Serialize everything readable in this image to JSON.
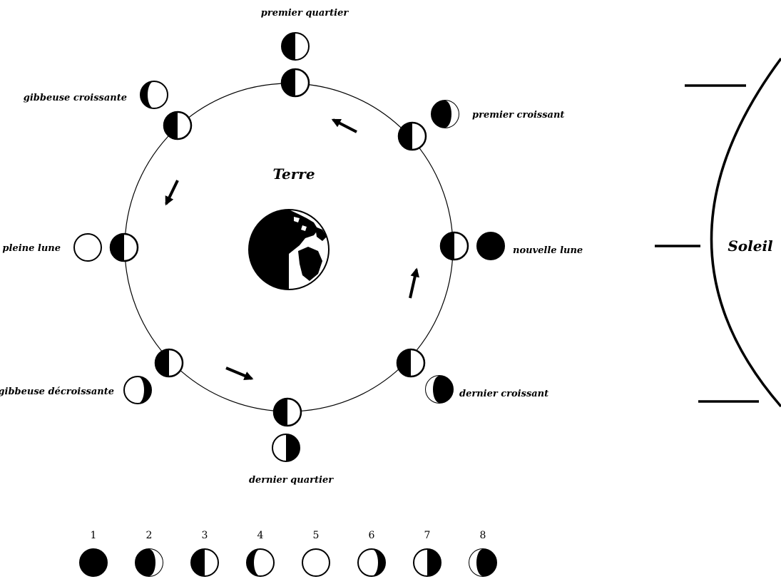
{
  "labels": {
    "earth": "Terre",
    "sun": "Soleil",
    "premier_quartier": "premier quartier",
    "premier_croissant": "premier croissant",
    "gibbeuse_croissante": "gibbeuse croissante",
    "pleine_lune": "pleine lune",
    "nouvelle_lune": "nouvelle lune",
    "gibbeuse_decroissante": "gibbeuse décroissante",
    "dernier_croissant": "dernier croissant",
    "dernier_quartier": "dernier quartier"
  },
  "legend": [
    "1",
    "2",
    "3",
    "4",
    "5",
    "6",
    "7",
    "8"
  ],
  "colors": {
    "ink": "#000000",
    "paper": "#ffffff"
  }
}
